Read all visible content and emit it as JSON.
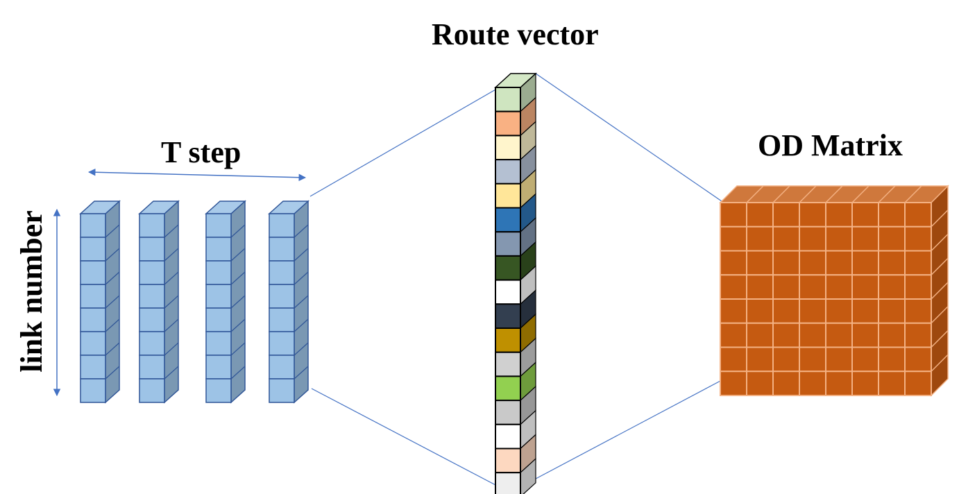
{
  "labels": {
    "route_vector": "Route vector",
    "t_step": "T step",
    "od_matrix": "OD Matrix",
    "link_number": "link number"
  },
  "colors": {
    "link_cube": "#9dc3e6",
    "link_edge": "#2f5597",
    "arrow": "#4472c4",
    "connector": "#4472c4",
    "od_cell": "#c55a11",
    "od_edge": "#f4b183",
    "route_edge": "#000000"
  },
  "link_columns": {
    "count": 4,
    "cells_per_column": 8
  },
  "route_vector": {
    "cells": [
      "#cfe5c0",
      "#f9b183",
      "#fff5cc",
      "#b4c0d2",
      "#ffe699",
      "#2e75b6",
      "#8497b0",
      "#375623",
      "#ffffff",
      "#333f50",
      "#bf9000",
      "#d0d0d0",
      "#92d050",
      "#c9c9c9",
      "#ffffff",
      "#fdd8c0",
      "#eeeeee"
    ]
  },
  "od_matrix": {
    "rows": 8,
    "cols": 8
  }
}
